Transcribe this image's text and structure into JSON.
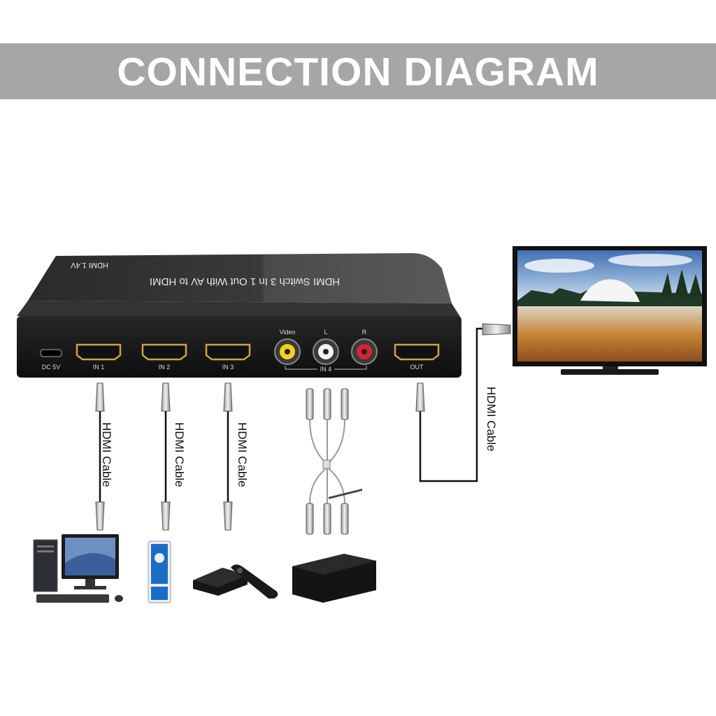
{
  "header": {
    "title": "CONNECTION DIAGRAM"
  },
  "device": {
    "top_label": "HDMI Switch 3 In 1 Out With AV to HDMI",
    "version_label": "HDMI 1.4V",
    "ports": {
      "dc": "DC 5V",
      "in1": "IN 1",
      "in2": "IN 2",
      "in3": "IN 3",
      "video": "Video",
      "left": "L",
      "right": "R",
      "in4": "IN 4",
      "out": "OUT"
    }
  },
  "cables": {
    "in1_label": "HDMI Cable",
    "in2_label": "HDMI Cable",
    "in3_label": "HDMI Cable",
    "out_label": "HDMI Cable"
  },
  "colors": {
    "banner": "#a6a6a6",
    "device_body": "#1a1a1a",
    "rca_video": "#f2d21b",
    "rca_left": "#ffffff",
    "rca_right": "#d8213a",
    "hdmi_port": "#c9a24a"
  },
  "icons": [
    "desktop-pc-icon",
    "xbox-console-icon",
    "streaming-box-icon",
    "playstation-console-icon",
    "television-icon"
  ]
}
